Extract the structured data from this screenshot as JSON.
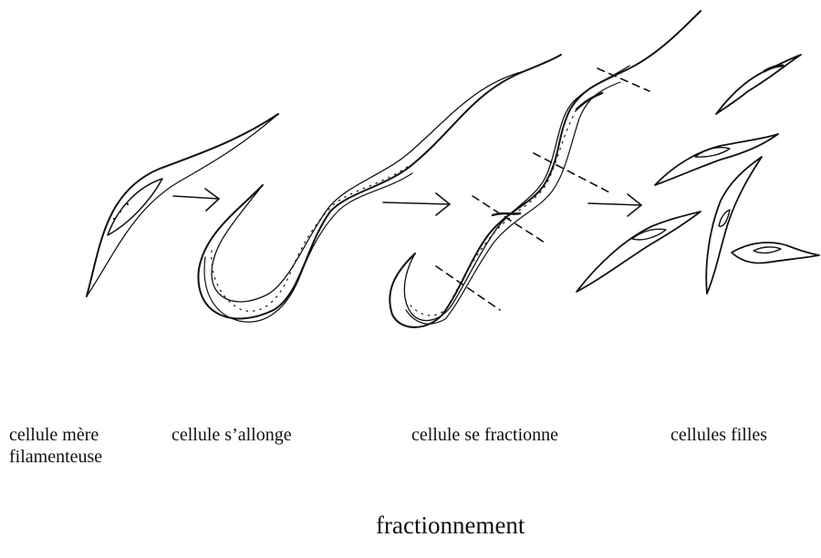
{
  "labels": {
    "mother_line1": "cellule mère",
    "mother_line2": "filamenteuse",
    "elongate": "cellule s’allonge",
    "fraction": "cellule se fractionne",
    "daughters": "cellules filles"
  },
  "caption": "fractionnement",
  "colors": {
    "ink": "#111111",
    "background": "#ffffff"
  }
}
